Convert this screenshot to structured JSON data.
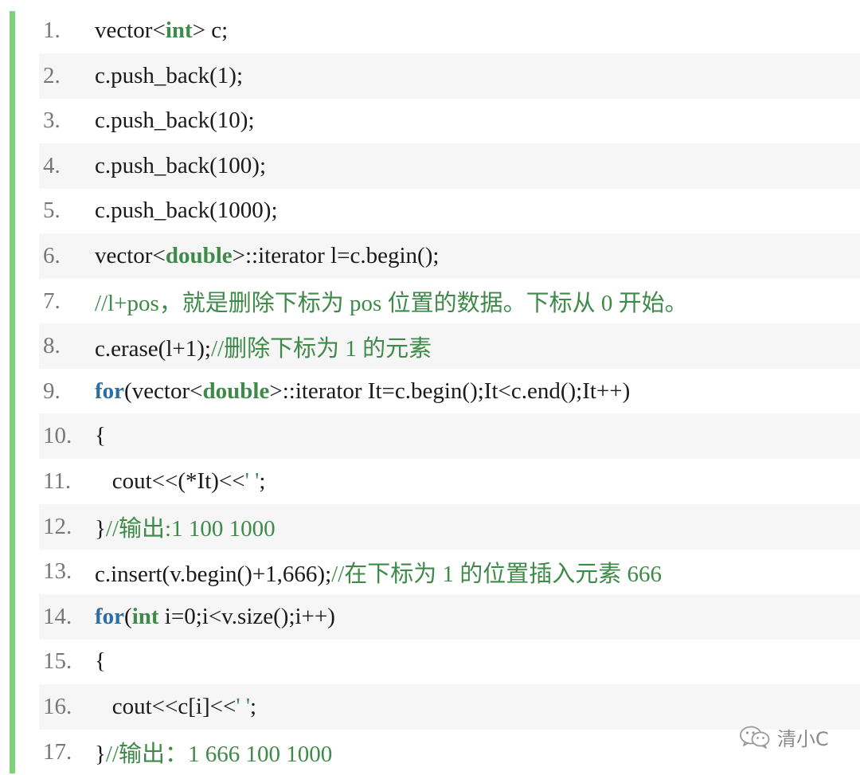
{
  "lines": [
    {
      "num": "1.",
      "tokens": [
        {
          "t": "vector<",
          "c": ""
        },
        {
          "t": "int",
          "c": "type"
        },
        {
          "t": "> c;",
          "c": ""
        }
      ]
    },
    {
      "num": "2.",
      "tokens": [
        {
          "t": "c.push_back(1);",
          "c": ""
        }
      ]
    },
    {
      "num": "3.",
      "tokens": [
        {
          "t": "c.push_back(10);",
          "c": ""
        }
      ]
    },
    {
      "num": "4.",
      "tokens": [
        {
          "t": "c.push_back(100);",
          "c": ""
        }
      ]
    },
    {
      "num": "5.",
      "tokens": [
        {
          "t": "c.push_back(1000);",
          "c": ""
        }
      ]
    },
    {
      "num": "6.",
      "tokens": [
        {
          "t": "vector<",
          "c": ""
        },
        {
          "t": "double",
          "c": "type"
        },
        {
          "t": ">::iterator l=c.begin();",
          "c": ""
        }
      ]
    },
    {
      "num": "7.",
      "tokens": [
        {
          "t": "//l+pos，就是删除下标为 pos 位置的数据。下标从 0 开始。",
          "c": "comment"
        }
      ]
    },
    {
      "num": "8.",
      "tokens": [
        {
          "t": "c.erase(l+1);",
          "c": ""
        },
        {
          "t": "//删除下标为 1 的元素",
          "c": "comment"
        }
      ]
    },
    {
      "num": "9.",
      "tokens": [
        {
          "t": "for",
          "c": "kw"
        },
        {
          "t": "(vector<",
          "c": ""
        },
        {
          "t": "double",
          "c": "type"
        },
        {
          "t": ">::iterator It=c.begin();It<c.end();It++)",
          "c": ""
        }
      ]
    },
    {
      "num": "10.",
      "tokens": [
        {
          "t": "{",
          "c": ""
        }
      ]
    },
    {
      "num": "11.",
      "tokens": [
        {
          "t": "   cout<<(*It)<<",
          "c": ""
        },
        {
          "t": "' '",
          "c": "str"
        },
        {
          "t": ";",
          "c": ""
        }
      ]
    },
    {
      "num": "12.",
      "tokens": [
        {
          "t": "}",
          "c": ""
        },
        {
          "t": "//输出:1 100 1000",
          "c": "comment"
        }
      ]
    },
    {
      "num": "13.",
      "tokens": [
        {
          "t": "c.insert(v.begin()+1,666);",
          "c": ""
        },
        {
          "t": "//在下标为 1 的位置插入元素 666",
          "c": "comment"
        }
      ]
    },
    {
      "num": "14.",
      "tokens": [
        {
          "t": "for",
          "c": "kw"
        },
        {
          "t": "(",
          "c": ""
        },
        {
          "t": "int",
          "c": "type"
        },
        {
          "t": " i=0;i<v.size();i++)",
          "c": ""
        }
      ]
    },
    {
      "num": "15.",
      "tokens": [
        {
          "t": "{",
          "c": ""
        }
      ]
    },
    {
      "num": "16.",
      "tokens": [
        {
          "t": "   cout<<c[i]<<",
          "c": ""
        },
        {
          "t": "' '",
          "c": "str"
        },
        {
          "t": ";",
          "c": ""
        }
      ]
    },
    {
      "num": "17.",
      "tokens": [
        {
          "t": "}",
          "c": ""
        },
        {
          "t": "//输出：1 666 100 1000",
          "c": "comment"
        }
      ]
    }
  ],
  "watermark": {
    "text": "清小C",
    "icon": "wechat-icon"
  },
  "colors": {
    "accent_bar": "#7ed37a",
    "type_keyword": "#3e8a49",
    "control_keyword": "#2c6da5",
    "comment": "#3e8a49",
    "zebra_row": "#f6f6f6"
  }
}
